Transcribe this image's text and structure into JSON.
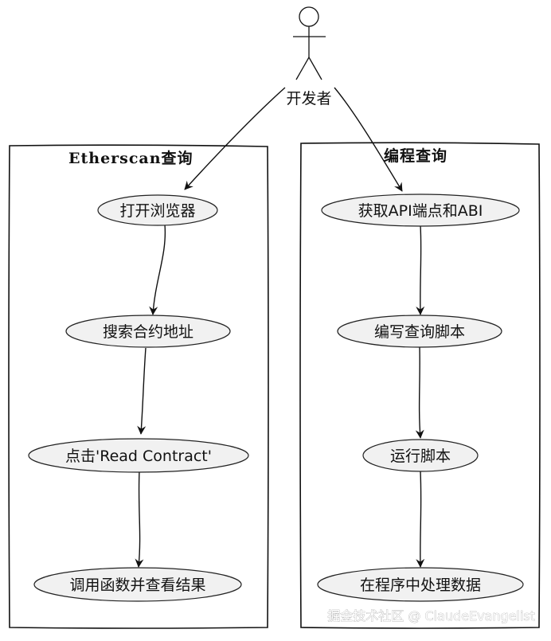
{
  "actor": {
    "label": "开发者"
  },
  "packages": [
    {
      "title": "Etherscan查询",
      "steps": [
        "打开浏览器",
        "搜索合约地址",
        "点击'Read Contract'",
        "调用函数并查看结果"
      ]
    },
    {
      "title": "编程查询",
      "steps": [
        "获取API端点和ABI",
        "编写查询脚本",
        "运行脚本",
        "在程序中处理数据"
      ]
    }
  ],
  "watermark": "掘金技术社区 @ ClaudeEvangelist",
  "colors": {
    "case_fill": "#f1f1f1",
    "stroke": "#111111"
  }
}
